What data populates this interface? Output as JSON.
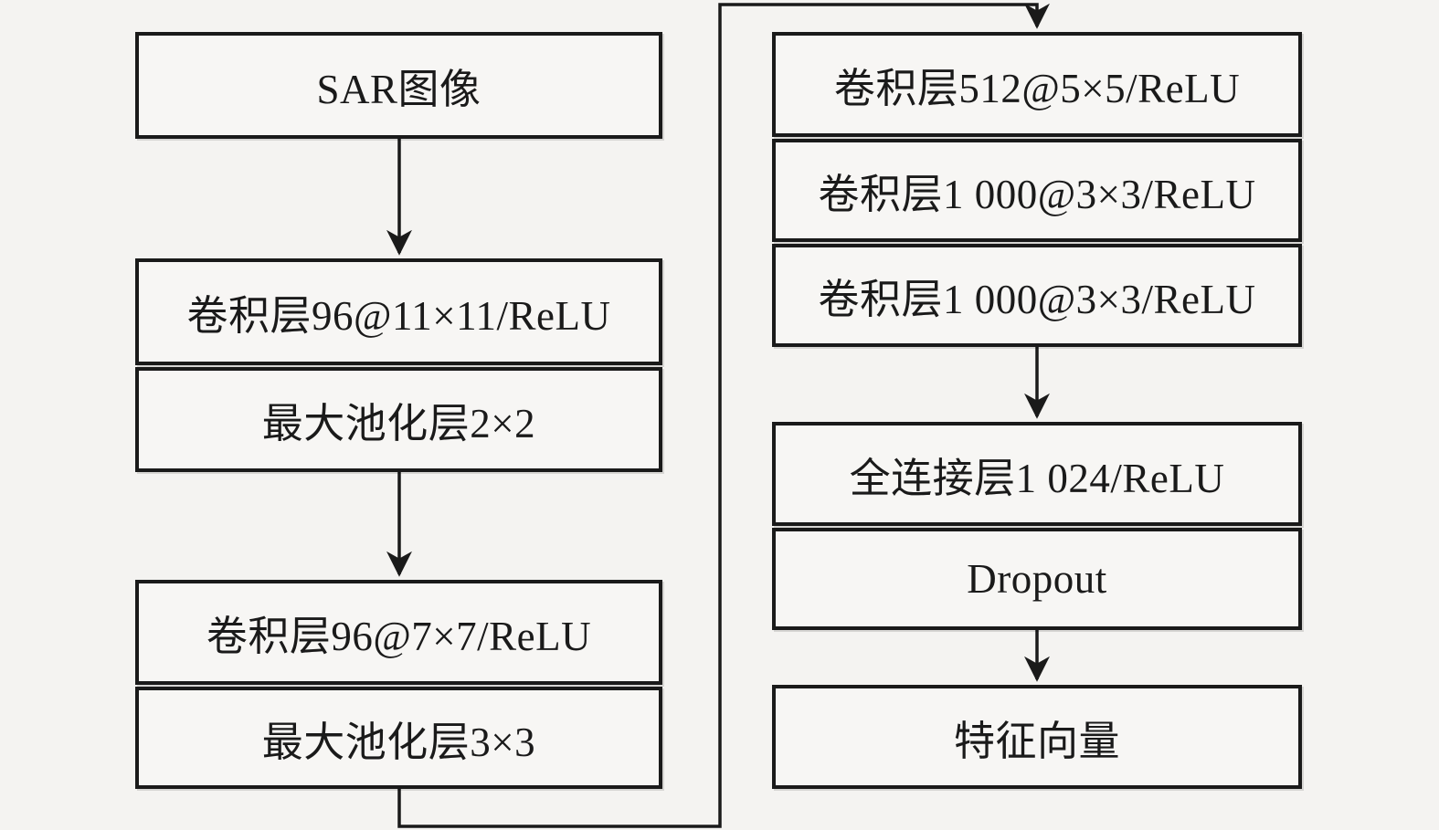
{
  "diagram": {
    "title_semantic": "SAR image CNN feature-extraction flowchart",
    "colors": {
      "background": "#f4f3f1",
      "box_fill": "#f7f6f4",
      "line": "#1a1a1a",
      "text": "#1a1a1a"
    },
    "left_column": {
      "boxes": [
        {
          "id": "sar-image",
          "label": "SAR图像"
        },
        {
          "id": "conv-96-11",
          "label": "卷积层96@11×11/ReLU"
        },
        {
          "id": "maxpool-2x2",
          "label": "最大池化层2×2"
        },
        {
          "id": "conv-96-7",
          "label": "卷积层96@7×7/ReLU"
        },
        {
          "id": "maxpool-3x3",
          "label": "最大池化层3×3"
        }
      ]
    },
    "right_column": {
      "boxes": [
        {
          "id": "conv-512-5",
          "label": "卷积层512@5×5/ReLU"
        },
        {
          "id": "conv-1000-3-a",
          "label": "卷积层1 000@3×3/ReLU"
        },
        {
          "id": "conv-1000-3-b",
          "label": "卷积层1 000@3×3/ReLU"
        },
        {
          "id": "fc-1024",
          "label": "全连接层1 024/ReLU"
        },
        {
          "id": "dropout",
          "label": "Dropout"
        },
        {
          "id": "feature-vector",
          "label": "特征向量"
        }
      ]
    },
    "connections": [
      {
        "from": "sar-image",
        "to": "conv-96-11",
        "style": "straight-down-arrow"
      },
      {
        "from": "maxpool-2x2",
        "to": "conv-96-7",
        "style": "straight-down-arrow"
      },
      {
        "from": "maxpool-3x3",
        "to": "conv-512-5",
        "style": "routed-down-right-up-right-down-arrow"
      },
      {
        "from": "conv-1000-3-b",
        "to": "fc-1024",
        "style": "straight-down-arrow"
      },
      {
        "from": "dropout",
        "to": "feature-vector",
        "style": "straight-down-arrow"
      }
    ]
  }
}
